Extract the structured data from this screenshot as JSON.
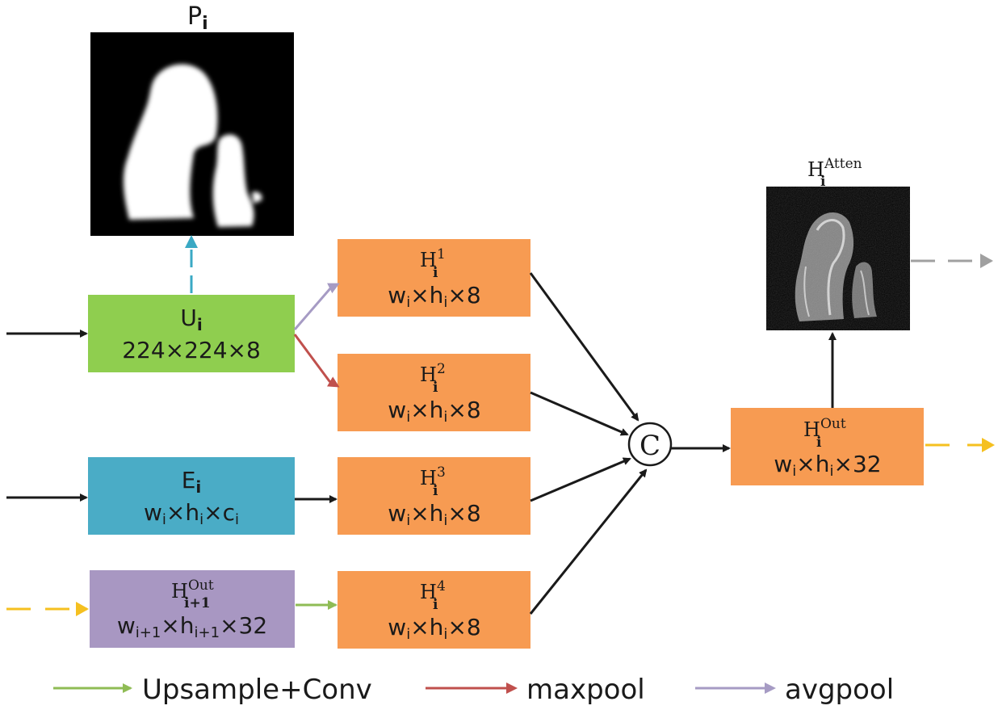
{
  "nodes": {
    "p": {
      "base": "P",
      "sub": "i"
    },
    "u": {
      "base": "U",
      "sub": "i",
      "dims": "224×224×8"
    },
    "e": {
      "base": "E",
      "sub": "i",
      "d1": "w",
      "s1": "i",
      "x1": "×",
      "d2": "h",
      "s2": "i",
      "x2": "×",
      "d3": "c",
      "s3": "i"
    },
    "hprev": {
      "base": "H",
      "sup": "Out",
      "sub": "i+1",
      "d1": "w",
      "s1": "i+1",
      "x1": "×",
      "d2": "h",
      "s2": "i+1",
      "x2": "×32"
    },
    "h1": {
      "base": "H",
      "sup": "1",
      "sub": "i",
      "d1": "w",
      "s1": "i",
      "x1": "×",
      "d2": "h",
      "s2": "i",
      "x2": "×8"
    },
    "h2": {
      "base": "H",
      "sup": "2",
      "sub": "i",
      "d1": "w",
      "s1": "i",
      "x1": "×",
      "d2": "h",
      "s2": "i",
      "x2": "×8"
    },
    "h3": {
      "base": "H",
      "sup": "3",
      "sub": "i",
      "d1": "w",
      "s1": "i",
      "x1": "×",
      "d2": "h",
      "s2": "i",
      "x2": "×8"
    },
    "h4": {
      "base": "H",
      "sup": "4",
      "sub": "i",
      "d1": "w",
      "s1": "i",
      "x1": "×",
      "d2": "h",
      "s2": "i",
      "x2": "×8"
    },
    "hout": {
      "base": "H",
      "sup": "Out",
      "sub": "i",
      "d1": "w",
      "s1": "i",
      "x1": "×",
      "d2": "h",
      "s2": "i",
      "x2": "×32"
    },
    "hatten": {
      "base": "H",
      "sup": "Atten",
      "sub": "i"
    },
    "concat": {
      "symbol": "C"
    }
  },
  "legend": [
    {
      "label": "Upsample+Conv",
      "color": "#8fbc55"
    },
    {
      "label": "maxpool",
      "color": "#c0504d"
    },
    {
      "label": "avgpool",
      "color": "#a69bc4"
    }
  ],
  "colors": {
    "orange": "#f79b52",
    "green": "#8fce4f",
    "teal": "#4aacc6",
    "purple": "#a897c2",
    "black": "#1a1a1a",
    "dash_teal": "#3aa9c4",
    "dash_yellow": "#f5c020",
    "dash_gray": "#a0a0a0"
  },
  "icons": {
    "p_image": "silhouette-mask-image",
    "hatten_image": "attention-map-image"
  }
}
